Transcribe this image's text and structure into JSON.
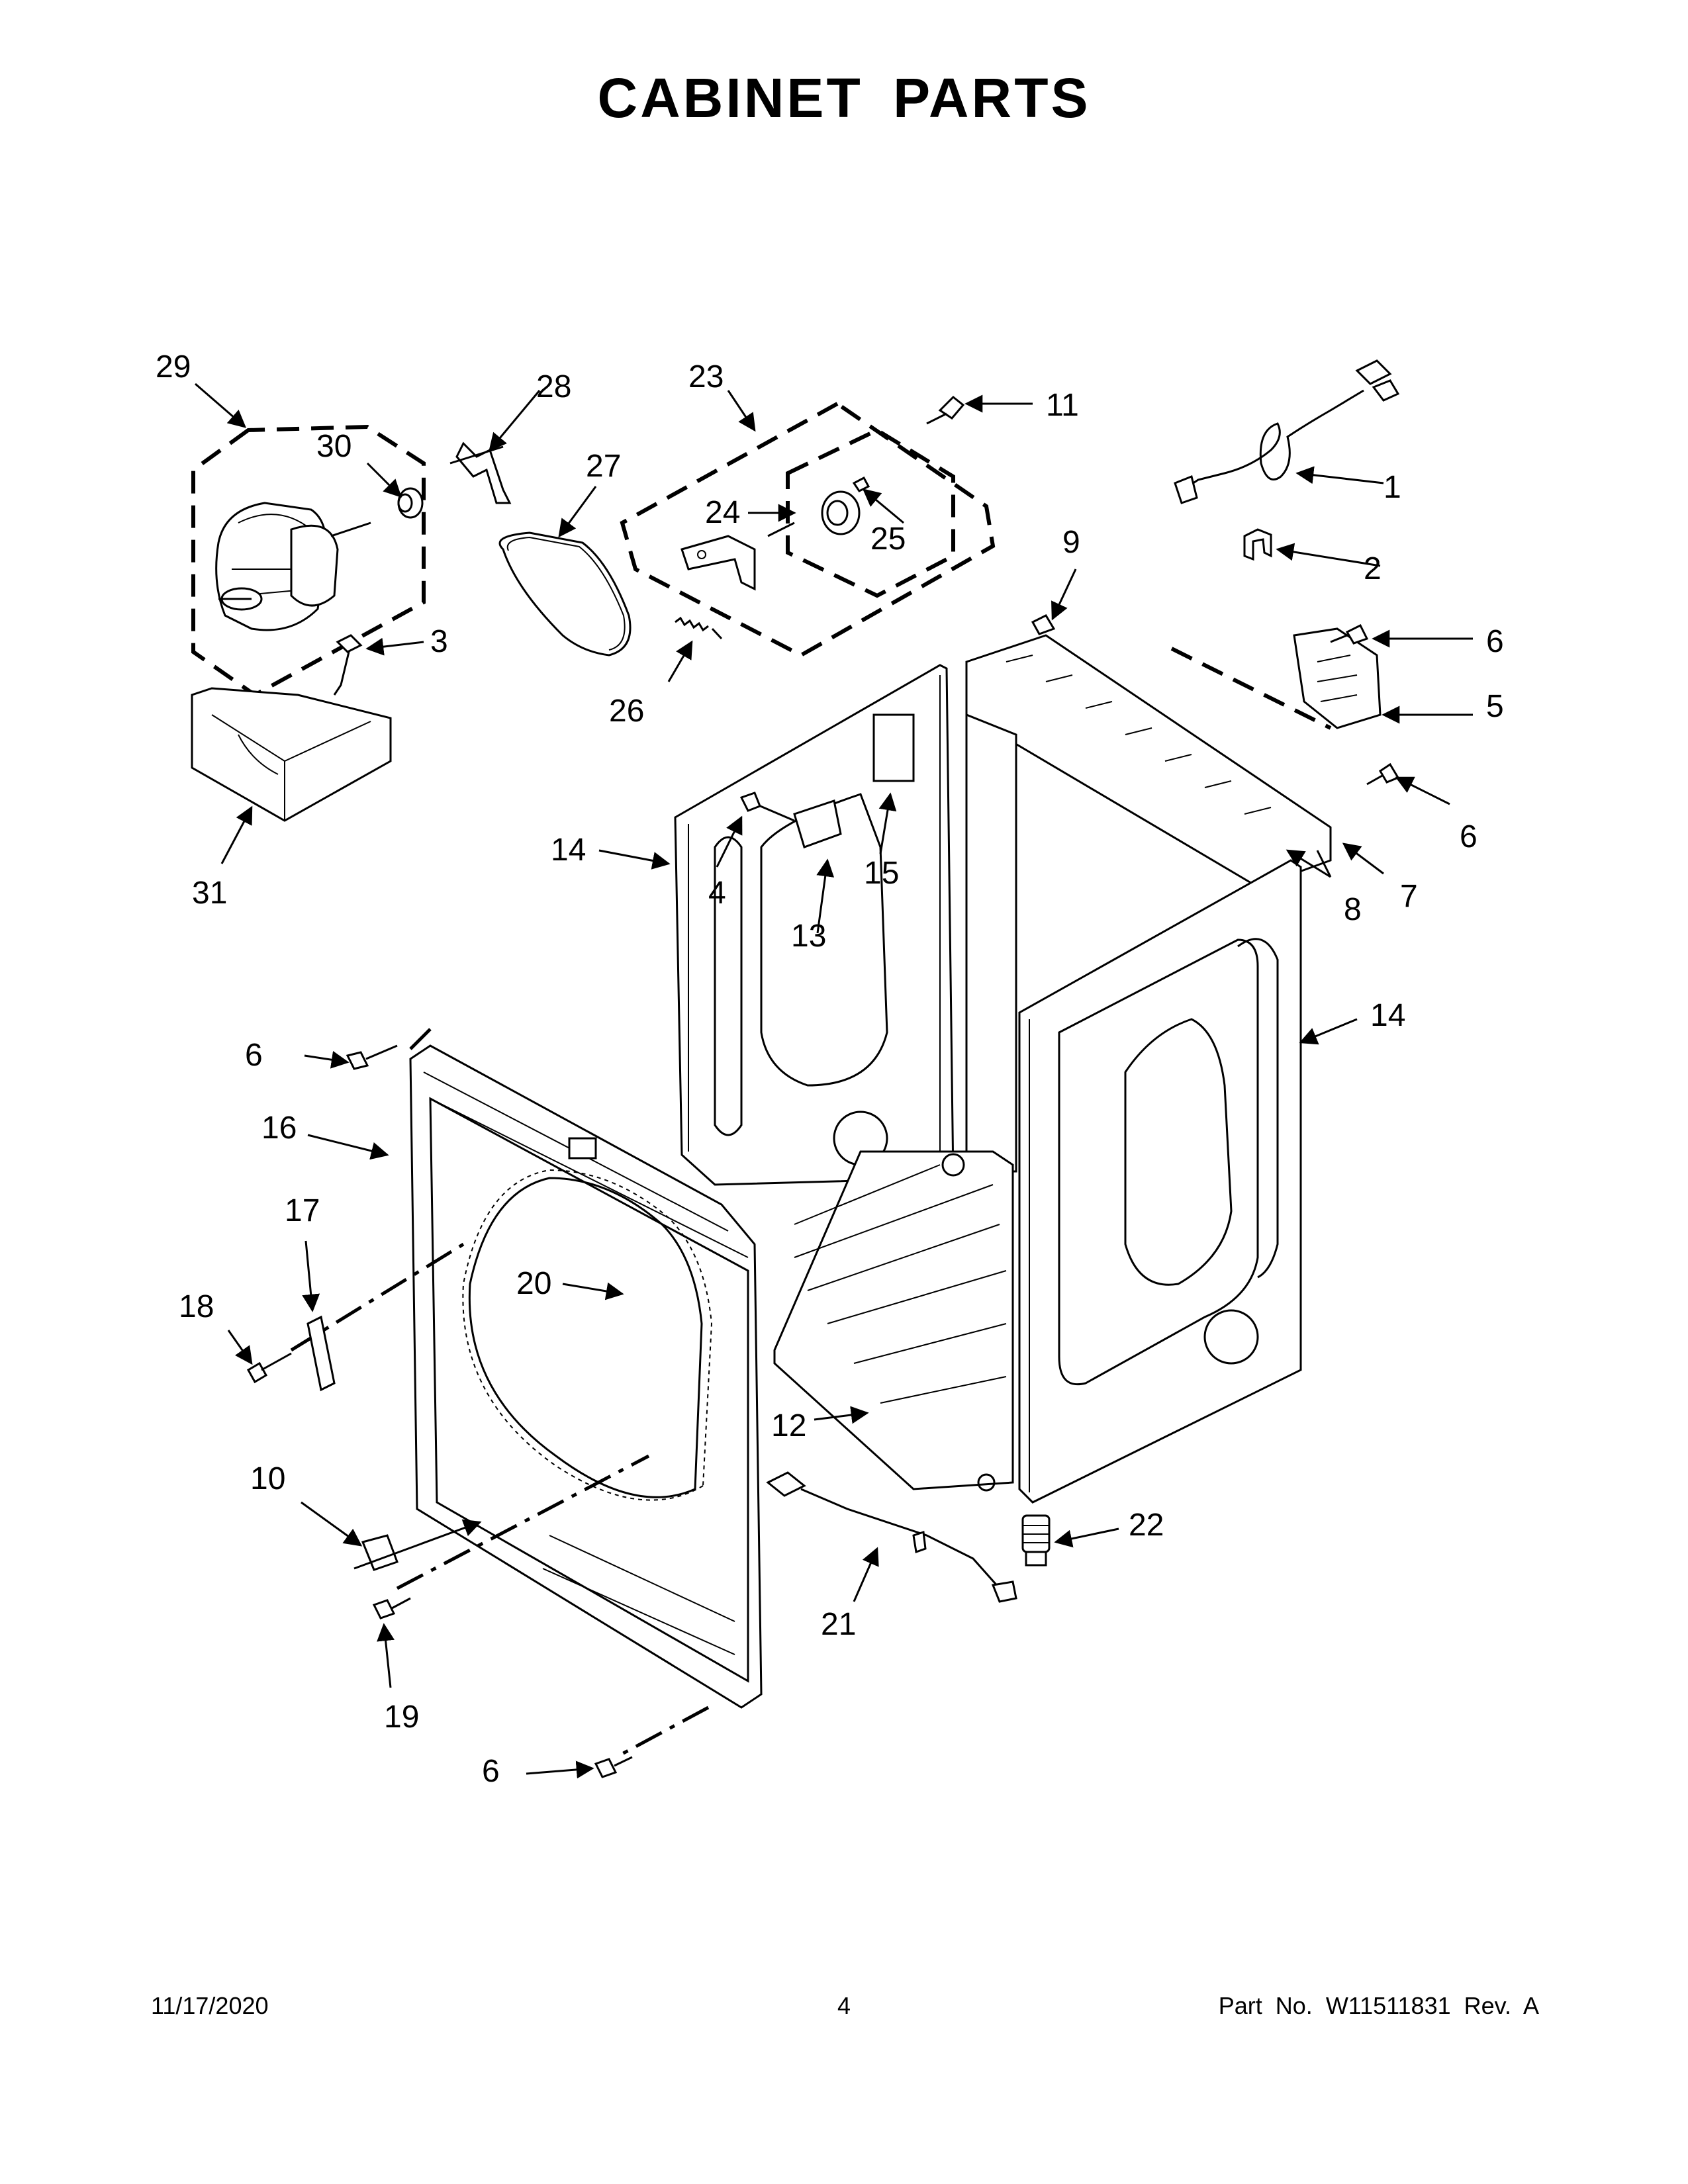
{
  "title": "CABINET PARTS",
  "footer": {
    "date": "11/17/2020",
    "page": "4",
    "part_number": "Part No.  W11511831  Rev.  A"
  },
  "callouts": {
    "c1": "1",
    "c2": "2",
    "c3": "3",
    "c4": "4",
    "c5": "5",
    "c6a": "6",
    "c6b": "6",
    "c6c": "6",
    "c6d": "6",
    "c7": "7",
    "c8": "8",
    "c9": "9",
    "c10": "10",
    "c11": "11",
    "c12": "12",
    "c13": "13",
    "c14a": "14",
    "c14b": "14",
    "c15": "15",
    "c16": "16",
    "c17": "17",
    "c18": "18",
    "c19": "19",
    "c20": "20",
    "c21": "21",
    "c22": "22",
    "c23": "23",
    "c24": "24",
    "c25": "25",
    "c26": "26",
    "c27": "27",
    "c28": "28",
    "c29": "29",
    "c30": "30",
    "c31": "31"
  }
}
